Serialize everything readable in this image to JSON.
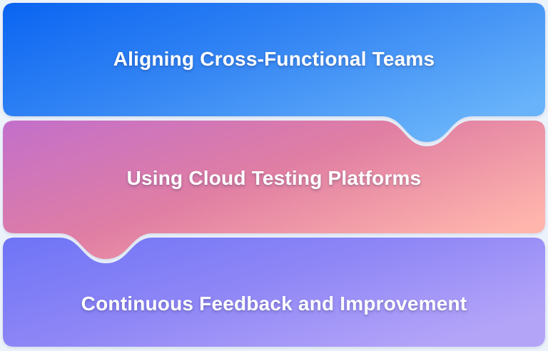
{
  "theme": {
    "background": "#edf3fb",
    "text_color": "#ffffff"
  },
  "cards": [
    {
      "label": "Aligning Cross-Functional Teams",
      "colors": {
        "from": "#0a64f1",
        "mid": "#3788f4",
        "to": "#69b3fa"
      }
    },
    {
      "label": "Using Cloud Testing Platforms",
      "colors": {
        "from": "#c36fcb",
        "mid": "#e07ea3",
        "to": "#ffb5ac"
      }
    },
    {
      "label": "Continuous Feedback and Improvement",
      "colors": {
        "from": "#6e74f6",
        "mid": "#8e86f6",
        "to": "#b4a4f8"
      }
    }
  ]
}
